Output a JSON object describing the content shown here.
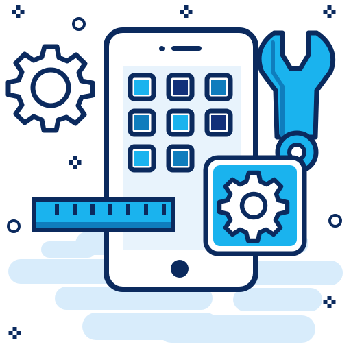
{
  "illustration": {
    "subject": "mobile-app-settings",
    "icons": [
      "large-gear-icon",
      "smartphone-icon",
      "wrench-icon",
      "settings-gear-icon",
      "ruler-icon",
      "sparkle-icon",
      "ring-icon",
      "cloud-backdrop"
    ],
    "app_tile_count": 8
  },
  "colors": {
    "outline": "#0b2a5e",
    "accent": "#1ab3ee",
    "accent_dark": "#0f7dbd",
    "tile_dark": "#12307a",
    "screen": "#e8f3fc",
    "cloud": "#d8ecfb",
    "white": "#ffffff"
  }
}
